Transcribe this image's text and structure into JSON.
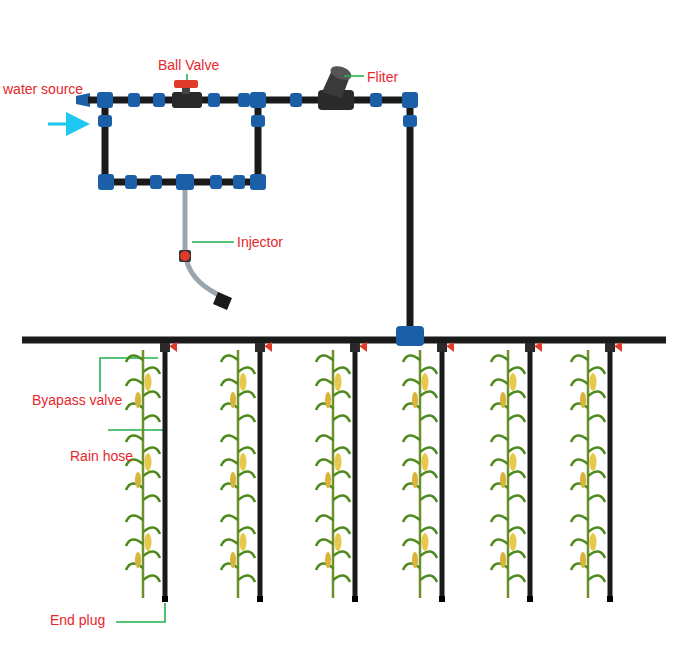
{
  "diagram": {
    "labels": [
      "water source",
      "Ball Valve",
      "Fliter",
      "Injector",
      "Byapass valve",
      "Rain hose",
      "End plug"
    ]
  }
}
